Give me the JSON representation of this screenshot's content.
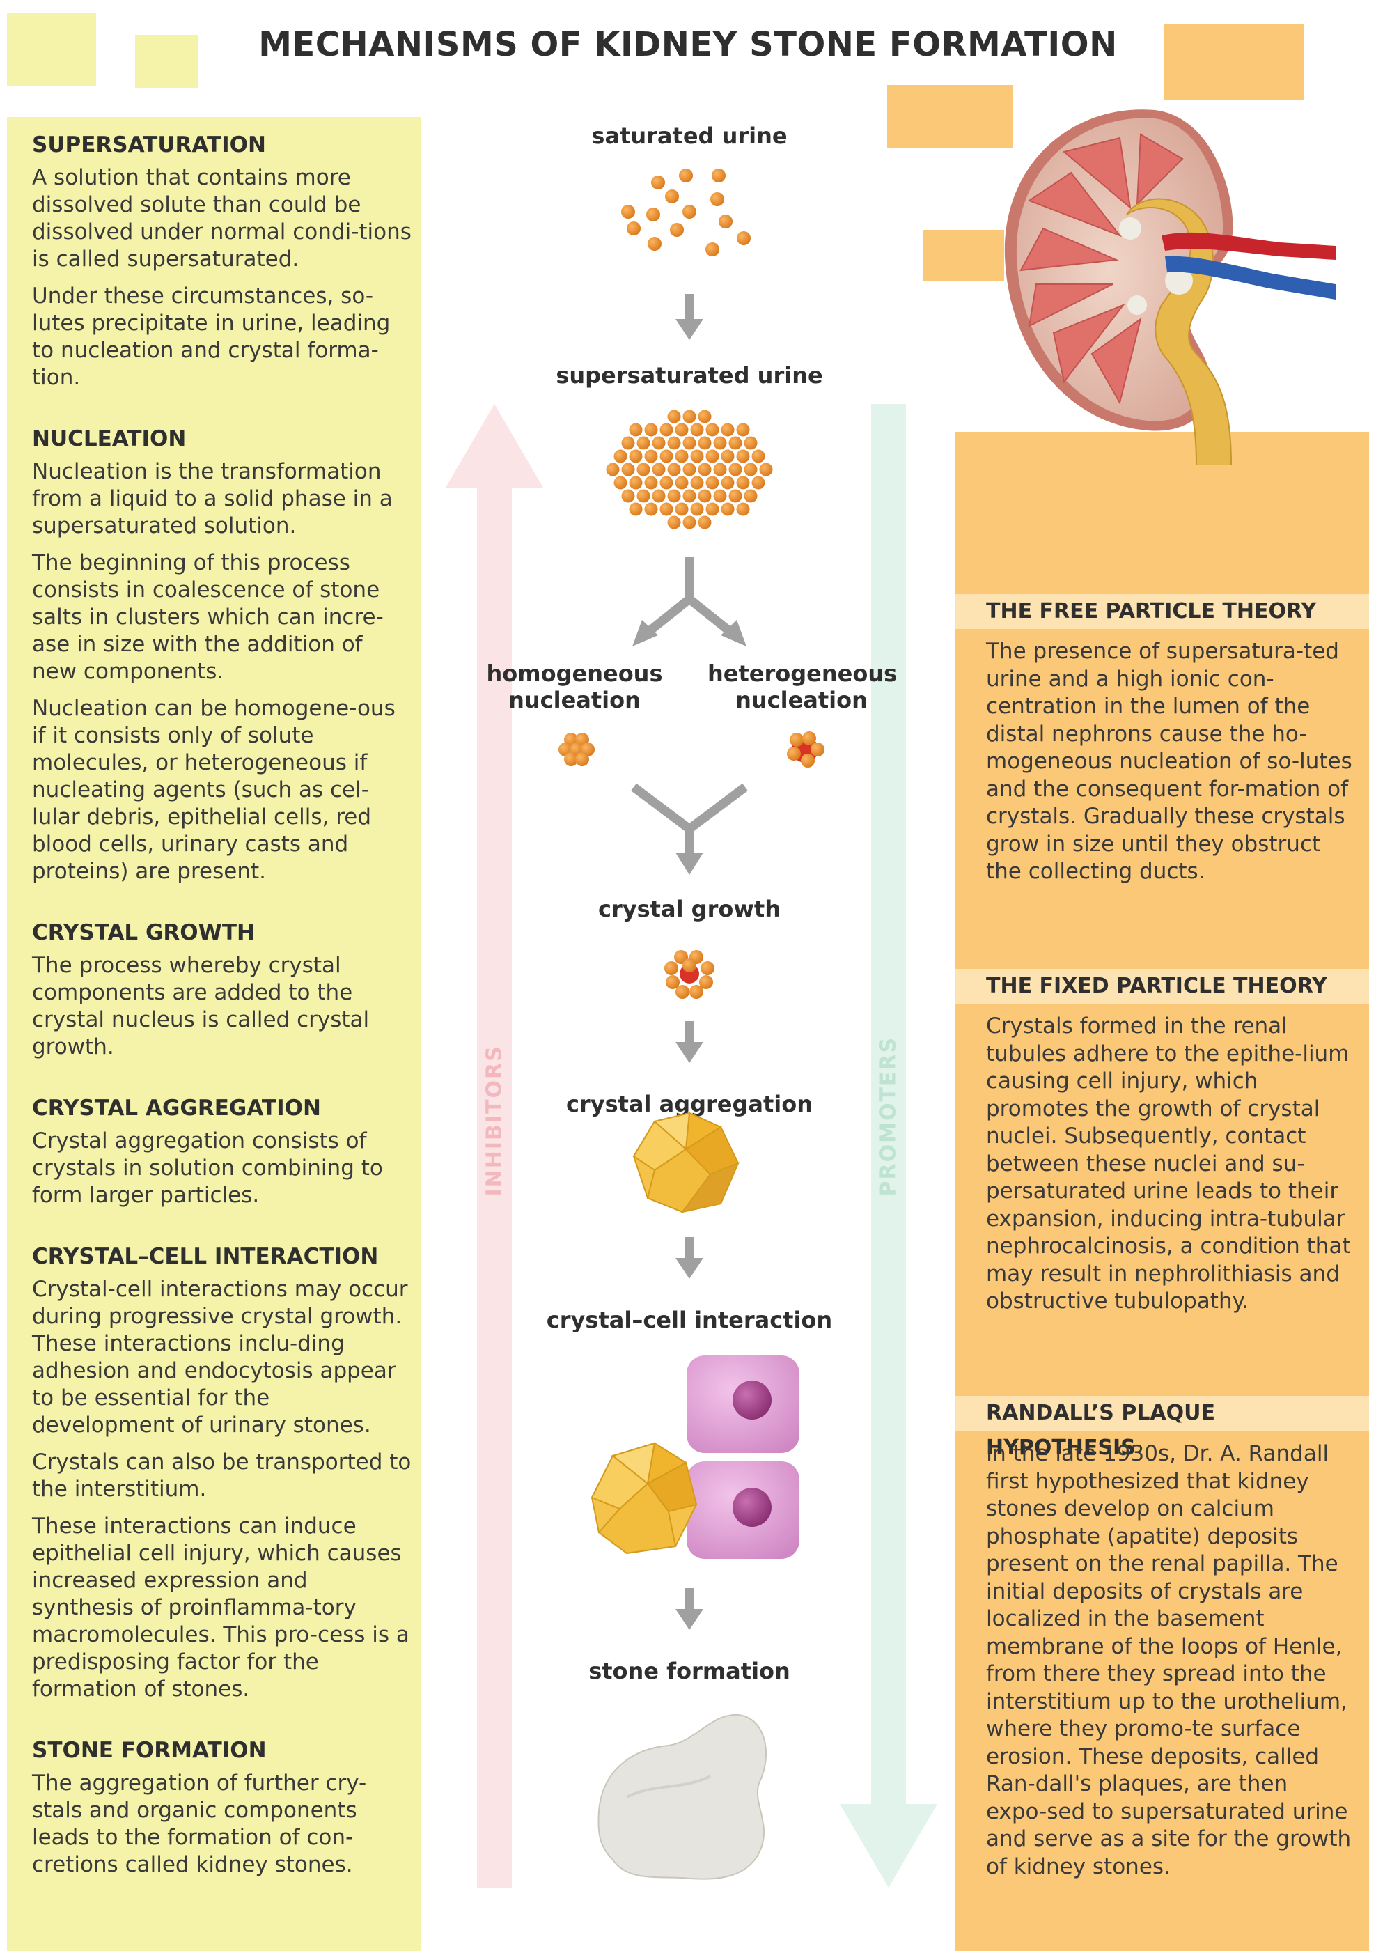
{
  "title": "MECHANISMS OF KIDNEY STONE FORMATION",
  "colors": {
    "left_panel": "#f4f3a9",
    "right_panel": "#fbc877",
    "right_heading_band": "#fde2b2",
    "particle": "#f0962a",
    "inhibitors_arrow": "#fbe4e6",
    "promoters_arrow": "#e2f3ec",
    "flow_arrow": "#a0a0a0",
    "cell": "#e6a6da",
    "crystal": "#f5c34a",
    "stone": "#e6e4de"
  },
  "left": {
    "sections": [
      {
        "heading": "SUPERSATURATION",
        "paragraphs": [
          "A solution that contains more dissolved solute than could be dissolved under normal condi-tions is called supersaturated.",
          "Under these circumstances, so-lutes precipitate in urine, leading to nucleation and crystal forma-tion."
        ]
      },
      {
        "heading": "NUCLEATION",
        "paragraphs": [
          "Nucleation is the transformation from a liquid to a solid phase in a supersaturated solution.",
          "The beginning of this process consists in coalescence of stone salts in clusters which can incre-ase in size with the addition of new components.",
          "Nucleation can be homogene-ous if it consists only of solute molecules, or heterogeneous if nucleating agents (such as cel-lular debris, epithelial cells, red blood cells, urinary casts and proteins) are present."
        ]
      },
      {
        "heading": "CRYSTAL GROWTH",
        "paragraphs": [
          "The process whereby crystal components are added to the crystal nucleus is called crystal growth."
        ]
      },
      {
        "heading": "CRYSTAL AGGREGATION",
        "paragraphs": [
          "Crystal aggregation consists of crystals in solution combining to form larger particles."
        ]
      },
      {
        "heading": "CRYSTAL–CELL INTERACTION",
        "paragraphs": [
          "Crystal-cell interactions may occur during progressive crystal growth. These interactions inclu-ding adhesion and endocytosis appear to be essential for the development of urinary stones.",
          "Crystals can also be transported to the interstitium.",
          "These interactions can induce epithelial cell injury, which causes increased expression and synthesis of proinflamma-tory macromolecules. This pro-cess is a predisposing factor for the formation of stones."
        ]
      },
      {
        "heading": "STONE FORMATION",
        "paragraphs": [
          "The aggregation of further cry-stals and organic components leads to the formation of con-cretions called kidney stones."
        ]
      }
    ]
  },
  "center": {
    "saturated": "saturated urine",
    "supersaturated": "supersaturated urine",
    "homogeneous": "homogeneous nucleation",
    "heterogeneous": "heterogeneous nucleation",
    "growth": "crystal growth",
    "aggregation": "crystal aggregation",
    "interaction": "crystal–cell interaction",
    "stone": "stone formation",
    "inhibitors": "INHIBITORS",
    "promoters": "PROMOTERS"
  },
  "right": {
    "free": {
      "heading": "THE FREE PARTICLE THEORY",
      "body": "The presence of supersatura-ted urine and a high ionic con-centration in the lumen of the distal nephrons cause the ho-mogeneous nucleation of so-lutes and the consequent for-mation of crystals. Gradually these crystals grow in size until they obstruct the collecting ducts."
    },
    "fixed": {
      "heading": "THE FIXED PARTICLE THEORY",
      "body": "Crystals formed in the renal tubules adhere to the epithe-lium causing cell injury, which promotes the growth of crystal nuclei. Subsequently, contact between these nuclei and su-persaturated urine leads to their expansion, inducing intra-tubular nephrocalcinosis, a condition that may result in nephrolithiasis and obstructive tubulopathy."
    },
    "randall": {
      "heading": "RANDALL’S PLAQUE HYPOTHESIS",
      "body": "In the late 1930s, Dr. A. Randall first hypothesized that kidney stones develop on calcium phosphate (apatite) deposits present on the renal papilla. The initial deposits of crystals are localized in the basement membrane of the loops of Henle, from there they spread into the interstitium up to the urothelium, where they promo-te surface erosion. These deposits, called Ran-dall's plaques, are then expo-sed to supersaturated urine and serve as a site for the growth of kidney stones."
    }
  }
}
